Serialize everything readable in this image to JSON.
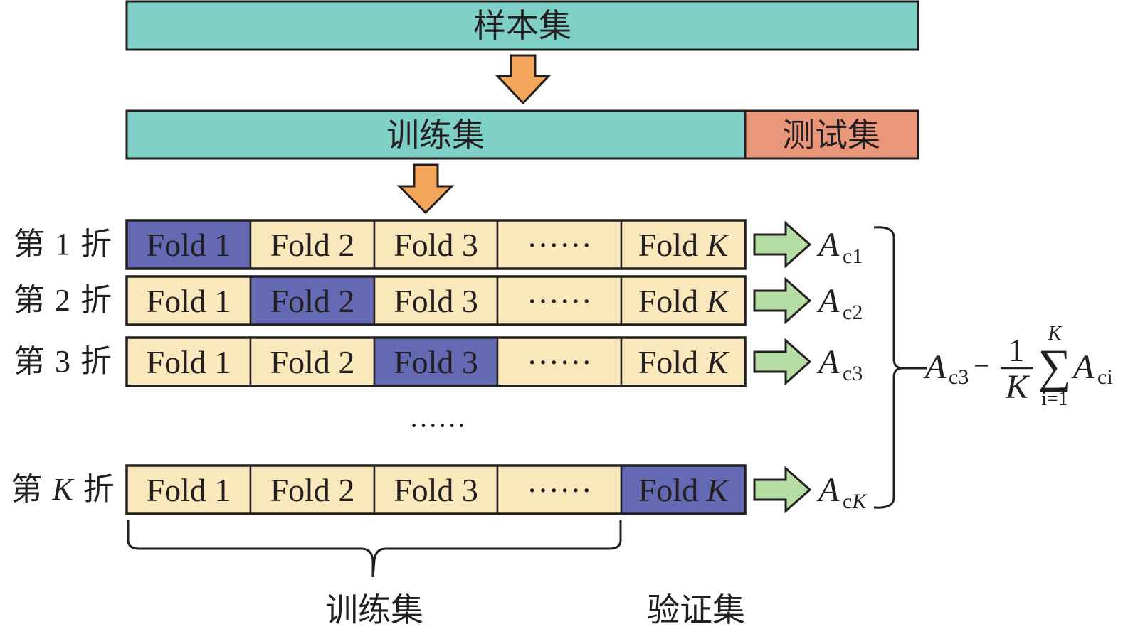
{
  "colors": {
    "teal": "#7ecfc5",
    "salmon": "#e9967a",
    "validation_fold": "#6469b3",
    "training_fold": "#f9e8bb",
    "orange_arrow": "#f4a55c",
    "green_arrow": "#b5dca3",
    "stroke": "#231f20"
  },
  "sample_set": {
    "label": "样本集"
  },
  "split": {
    "train_label": "训练集",
    "test_label": "测试集"
  },
  "folds": {
    "rows": [
      {
        "label": "第 1 折",
        "num": "1",
        "validation_index": 0,
        "result_base": "A",
        "result_sub": "c1"
      },
      {
        "label": "第 2 折",
        "num": "2",
        "validation_index": 1,
        "result_base": "A",
        "result_sub": "c2"
      },
      {
        "label": "第 3 折",
        "num": "3",
        "validation_index": 2,
        "result_base": "A",
        "result_sub": "c3"
      },
      {
        "label": "第 K 折",
        "num": "K",
        "validation_index": 4,
        "result_base": "A",
        "result_sub": "cK"
      }
    ],
    "cells": [
      "Fold 1",
      "Fold 2",
      "Fold 3",
      "······",
      "Fold K"
    ],
    "row_ellipsis": "······"
  },
  "formula": {
    "term1_base": "A",
    "term1_sub": "c3",
    "minus": "−",
    "frac_num": "1",
    "frac_den": "K",
    "sum_symbol": "∑",
    "sum_upper": "K",
    "sum_lower": "i=1",
    "term2_base": "A",
    "term2_sub": "ci"
  },
  "bottom_labels": {
    "train": "训练集",
    "validation": "验证集"
  }
}
